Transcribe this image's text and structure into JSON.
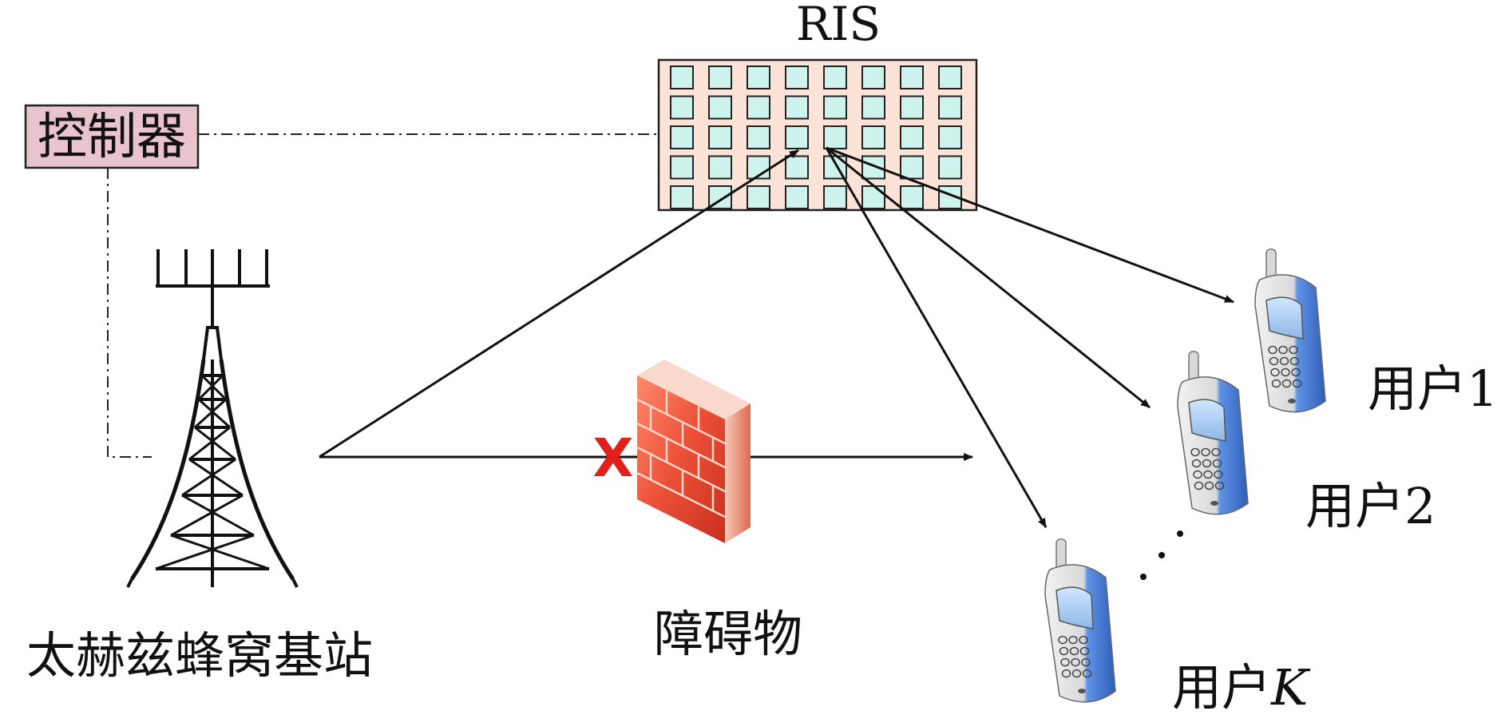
{
  "labels": {
    "ris": "RIS",
    "controller": "控制器",
    "base_station": "太赫兹蜂窝基站",
    "obstacle": "障碍物",
    "user1_prefix": "用户",
    "user1_index": "1",
    "user2_prefix": "用户",
    "user2_index": "2",
    "userk_prefix": "用户",
    "userk_index": "K",
    "blocked_mark": "X"
  },
  "colors": {
    "ris_panel": "#fbe3d8",
    "ris_element": "#cdf3ec",
    "controller_fill": "#e9c3ce",
    "blocked_mark": "#e0201b",
    "wall_brick": "#e8533e",
    "phone_blue": "#3d78d6"
  },
  "ris_grid": {
    "rows": 5,
    "cols": 8
  },
  "icons": [
    "tower-icon",
    "firewall-icon",
    "phone-icon"
  ]
}
